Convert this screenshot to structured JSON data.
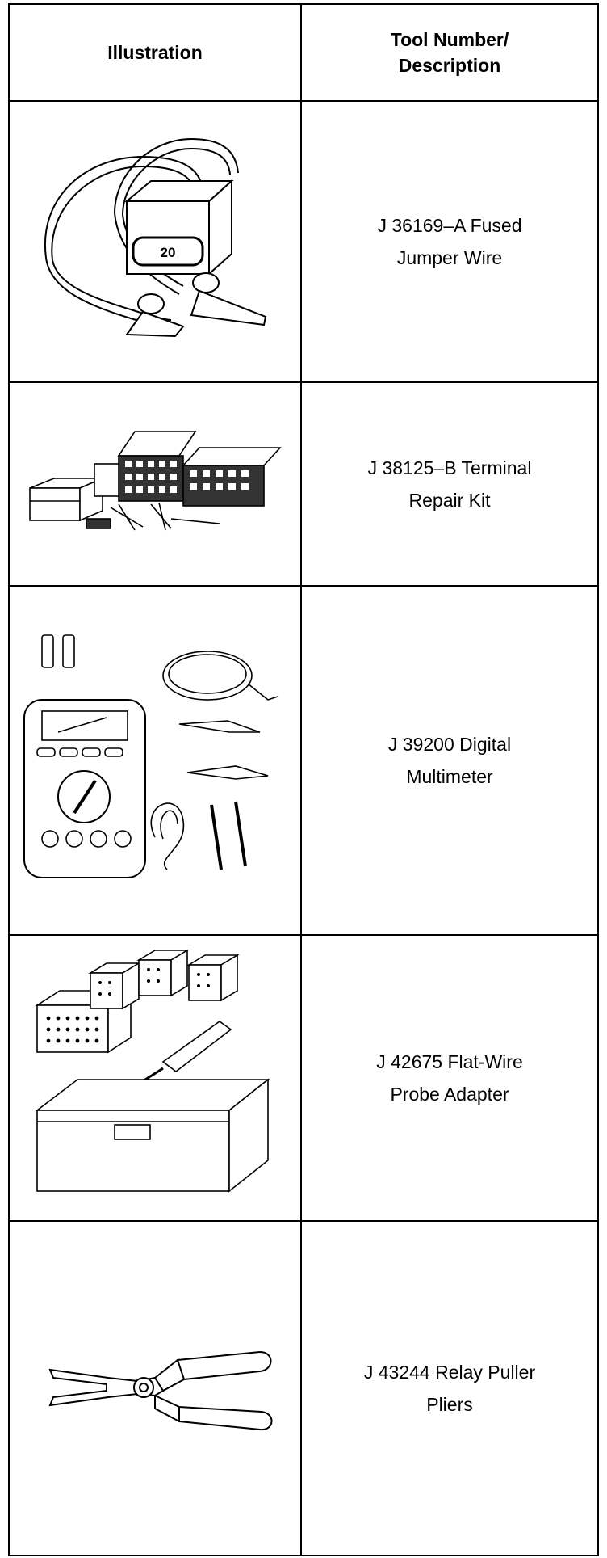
{
  "header": {
    "illustration": "Illustration",
    "description_line1": "Tool Number/",
    "description_line2": "Description"
  },
  "tools": [
    {
      "illustration_icon": "fused-jumper-wire-icon",
      "line1": "J 36169–A Fused",
      "line2": "Jumper Wire",
      "label_on_fuse": "20"
    },
    {
      "illustration_icon": "terminal-repair-kit-icon",
      "line1": "J 38125–B Terminal",
      "line2": "Repair Kit"
    },
    {
      "illustration_icon": "digital-multimeter-icon",
      "line1": "J 39200 Digital",
      "line2": "Multimeter"
    },
    {
      "illustration_icon": "flat-wire-probe-adapter-icon",
      "line1": "J 42675 Flat-Wire",
      "line2": "Probe Adapter"
    },
    {
      "illustration_icon": "relay-puller-pliers-icon",
      "line1": "J 43244 Relay Puller",
      "line2": "Pliers"
    }
  ]
}
